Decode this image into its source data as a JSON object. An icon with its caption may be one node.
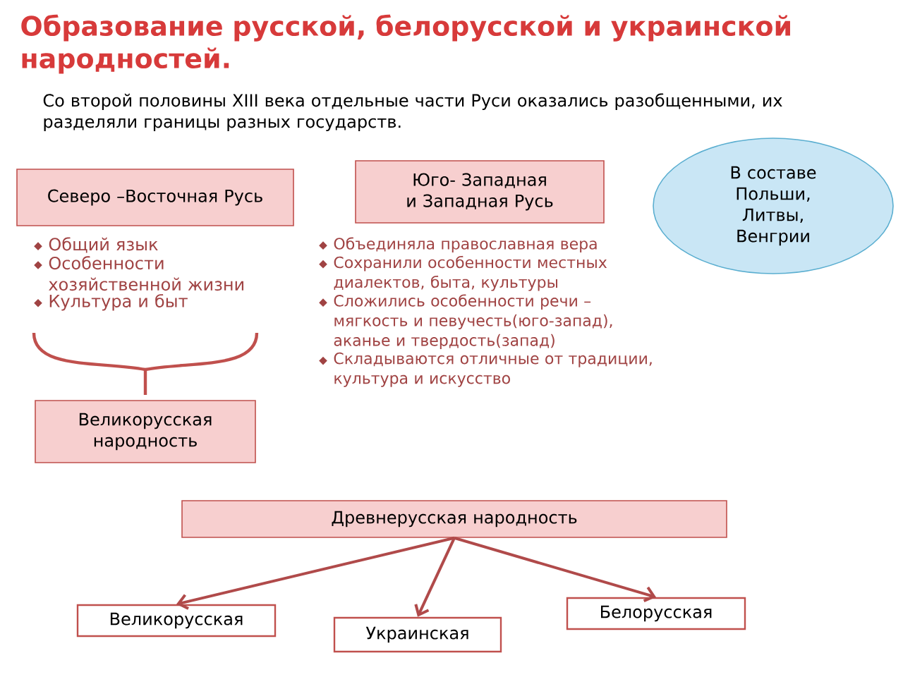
{
  "diagram": {
    "title": "Образование русской, белорусской и украинской народностей.",
    "nodes": [
      {
        "text": [
          "Северо –Восточная Русь"
        ]
      },
      {
        "text": [
          "Юго- Западная и Западная Русь"
        ]
      },
      {
        "text": [
          "В составе Польши, Литвы, Венгрии"
        ]
      },
      {
        "text": [
          "Великорусская народность"
        ]
      },
      {
        "text": [
          "Древнерусская народность"
        ]
      },
      {
        "text": [
          "Великорусская"
        ]
      },
      {
        "text": [
          "Украинская"
        ]
      },
      {
        "text": [
          "Белорусская"
        ]
      }
    ],
    "edges": [
      {
        "from": 4,
        "to": 5,
        "arrow": "to"
      },
      {
        "from": 4,
        "to": 6,
        "arrow": "to"
      },
      {
        "from": 4,
        "to": 7,
        "arrow": "to"
      }
    ],
    "labels": [
      "Со второй половины XIII века отдельные части Руси оказались разобщенными, их разделяли границы разных государств.",
      "Общий язык",
      "Особенности хозяйственной жизни",
      "Культура и быт",
      "Объединяла православная вера",
      "Сохранили особенности местных диалектов, быта, культуры",
      "Сложились особенности речи – мягкость и певучесть(юго-запад), аканье и твердость(запад)",
      "Складываются отличные от традиции, культура и искусство"
    ]
  }
}
